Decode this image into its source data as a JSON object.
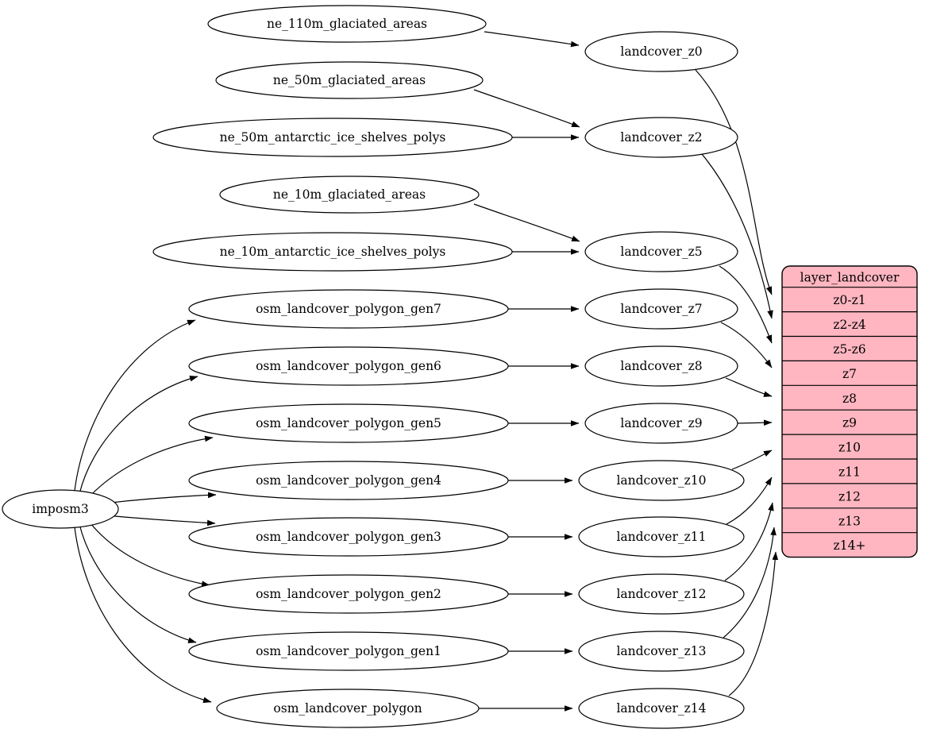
{
  "diagram": {
    "background": "#ffffff",
    "node_fill": "#ffffff",
    "node_stroke": "#000000",
    "edge_color": "#000000",
    "record_fill": "#ffb6c1",
    "text_color": "#000000"
  },
  "nodes": [
    {
      "id": "imposm3",
      "label": "imposm3"
    },
    {
      "id": "ne_110m_glaciated_areas",
      "label": "ne_110m_glaciated_areas"
    },
    {
      "id": "ne_50m_glaciated_areas",
      "label": "ne_50m_glaciated_areas"
    },
    {
      "id": "ne_50m_antarctic_ice_shelves_polys",
      "label": "ne_50m_antarctic_ice_shelves_polys"
    },
    {
      "id": "ne_10m_glaciated_areas",
      "label": "ne_10m_glaciated_areas"
    },
    {
      "id": "ne_10m_antarctic_ice_shelves_polys",
      "label": "ne_10m_antarctic_ice_shelves_polys"
    },
    {
      "id": "osm_landcover_polygon_gen7",
      "label": "osm_landcover_polygon_gen7"
    },
    {
      "id": "osm_landcover_polygon_gen6",
      "label": "osm_landcover_polygon_gen6"
    },
    {
      "id": "osm_landcover_polygon_gen5",
      "label": "osm_landcover_polygon_gen5"
    },
    {
      "id": "osm_landcover_polygon_gen4",
      "label": "osm_landcover_polygon_gen4"
    },
    {
      "id": "osm_landcover_polygon_gen3",
      "label": "osm_landcover_polygon_gen3"
    },
    {
      "id": "osm_landcover_polygon_gen2",
      "label": "osm_landcover_polygon_gen2"
    },
    {
      "id": "osm_landcover_polygon_gen1",
      "label": "osm_landcover_polygon_gen1"
    },
    {
      "id": "osm_landcover_polygon",
      "label": "osm_landcover_polygon"
    },
    {
      "id": "landcover_z0",
      "label": "landcover_z0"
    },
    {
      "id": "landcover_z2",
      "label": "landcover_z2"
    },
    {
      "id": "landcover_z5",
      "label": "landcover_z5"
    },
    {
      "id": "landcover_z7",
      "label": "landcover_z7"
    },
    {
      "id": "landcover_z8",
      "label": "landcover_z8"
    },
    {
      "id": "landcover_z9",
      "label": "landcover_z9"
    },
    {
      "id": "landcover_z10",
      "label": "landcover_z10"
    },
    {
      "id": "landcover_z11",
      "label": "landcover_z11"
    },
    {
      "id": "landcover_z12",
      "label": "landcover_z12"
    },
    {
      "id": "landcover_z13",
      "label": "landcover_z13"
    },
    {
      "id": "landcover_z14",
      "label": "landcover_z14"
    }
  ],
  "table": {
    "id": "layer_landcover",
    "title": "layer_landcover",
    "rows": [
      "z0-z1",
      "z2-z4",
      "z5-z6",
      "z7",
      "z8",
      "z9",
      "z10",
      "z11",
      "z12",
      "z13",
      "z14+"
    ]
  },
  "edges": [
    {
      "from": "ne_110m_glaciated_areas",
      "to": "landcover_z0"
    },
    {
      "from": "ne_50m_glaciated_areas",
      "to": "landcover_z2"
    },
    {
      "from": "ne_50m_antarctic_ice_shelves_polys",
      "to": "landcover_z2"
    },
    {
      "from": "ne_10m_glaciated_areas",
      "to": "landcover_z5"
    },
    {
      "from": "ne_10m_antarctic_ice_shelves_polys",
      "to": "landcover_z5"
    },
    {
      "from": "imposm3",
      "to": "osm_landcover_polygon_gen7"
    },
    {
      "from": "imposm3",
      "to": "osm_landcover_polygon_gen6"
    },
    {
      "from": "imposm3",
      "to": "osm_landcover_polygon_gen5"
    },
    {
      "from": "imposm3",
      "to": "osm_landcover_polygon_gen4"
    },
    {
      "from": "imposm3",
      "to": "osm_landcover_polygon_gen3"
    },
    {
      "from": "imposm3",
      "to": "osm_landcover_polygon_gen2"
    },
    {
      "from": "imposm3",
      "to": "osm_landcover_polygon_gen1"
    },
    {
      "from": "imposm3",
      "to": "osm_landcover_polygon"
    },
    {
      "from": "osm_landcover_polygon_gen7",
      "to": "landcover_z7"
    },
    {
      "from": "osm_landcover_polygon_gen6",
      "to": "landcover_z8"
    },
    {
      "from": "osm_landcover_polygon_gen5",
      "to": "landcover_z9"
    },
    {
      "from": "osm_landcover_polygon_gen4",
      "to": "landcover_z10"
    },
    {
      "from": "osm_landcover_polygon_gen3",
      "to": "landcover_z11"
    },
    {
      "from": "osm_landcover_polygon_gen2",
      "to": "landcover_z12"
    },
    {
      "from": "osm_landcover_polygon_gen1",
      "to": "landcover_z13"
    },
    {
      "from": "osm_landcover_polygon",
      "to": "landcover_z14"
    },
    {
      "from": "landcover_z0",
      "to": "layer_landcover.z0-z1"
    },
    {
      "from": "landcover_z2",
      "to": "layer_landcover.z2-z4"
    },
    {
      "from": "landcover_z5",
      "to": "layer_landcover.z5-z6"
    },
    {
      "from": "landcover_z7",
      "to": "layer_landcover.z7"
    },
    {
      "from": "landcover_z8",
      "to": "layer_landcover.z8"
    },
    {
      "from": "landcover_z9",
      "to": "layer_landcover.z9"
    },
    {
      "from": "landcover_z10",
      "to": "layer_landcover.z10"
    },
    {
      "from": "landcover_z11",
      "to": "layer_landcover.z11"
    },
    {
      "from": "landcover_z12",
      "to": "layer_landcover.z12"
    },
    {
      "from": "landcover_z13",
      "to": "layer_landcover.z13"
    },
    {
      "from": "landcover_z14",
      "to": "layer_landcover.z14+"
    }
  ]
}
